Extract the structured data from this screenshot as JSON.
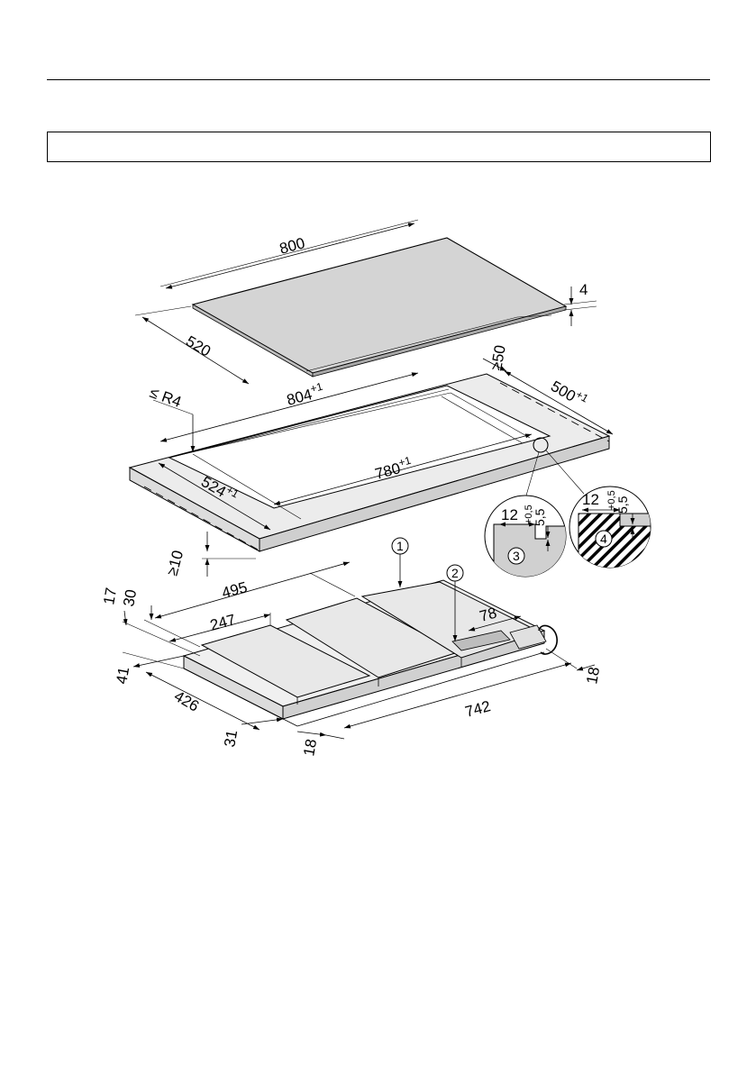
{
  "header_box_text": "",
  "hob": {
    "width": "800",
    "depth": "520",
    "thickness": "4"
  },
  "cutout": {
    "width_outer": "804",
    "width_outer_tol": "+1",
    "width_inner": "780",
    "width_inner_tol": "+1",
    "depth_outer": "524",
    "depth_outer_tol": "+1",
    "depth_inner": "500",
    "depth_inner_tol": "+1",
    "radius": "≤ R4",
    "min_back": "≥50",
    "min_front": "≥10"
  },
  "detail": {
    "rebate_width": "12",
    "rebate_depth": "5,5",
    "rebate_tol": "+0,5",
    "callout_3": "3",
    "callout_4": "4"
  },
  "unit": {
    "d_495": "495",
    "d_247": "247",
    "d_17": "17",
    "d_30": "30",
    "d_41": "41",
    "d_426": "426",
    "d_31": "31",
    "d_18_front": "18",
    "d_742": "742",
    "d_78": "78",
    "d_18_right": "18",
    "callout_1": "1",
    "callout_2": "2"
  }
}
